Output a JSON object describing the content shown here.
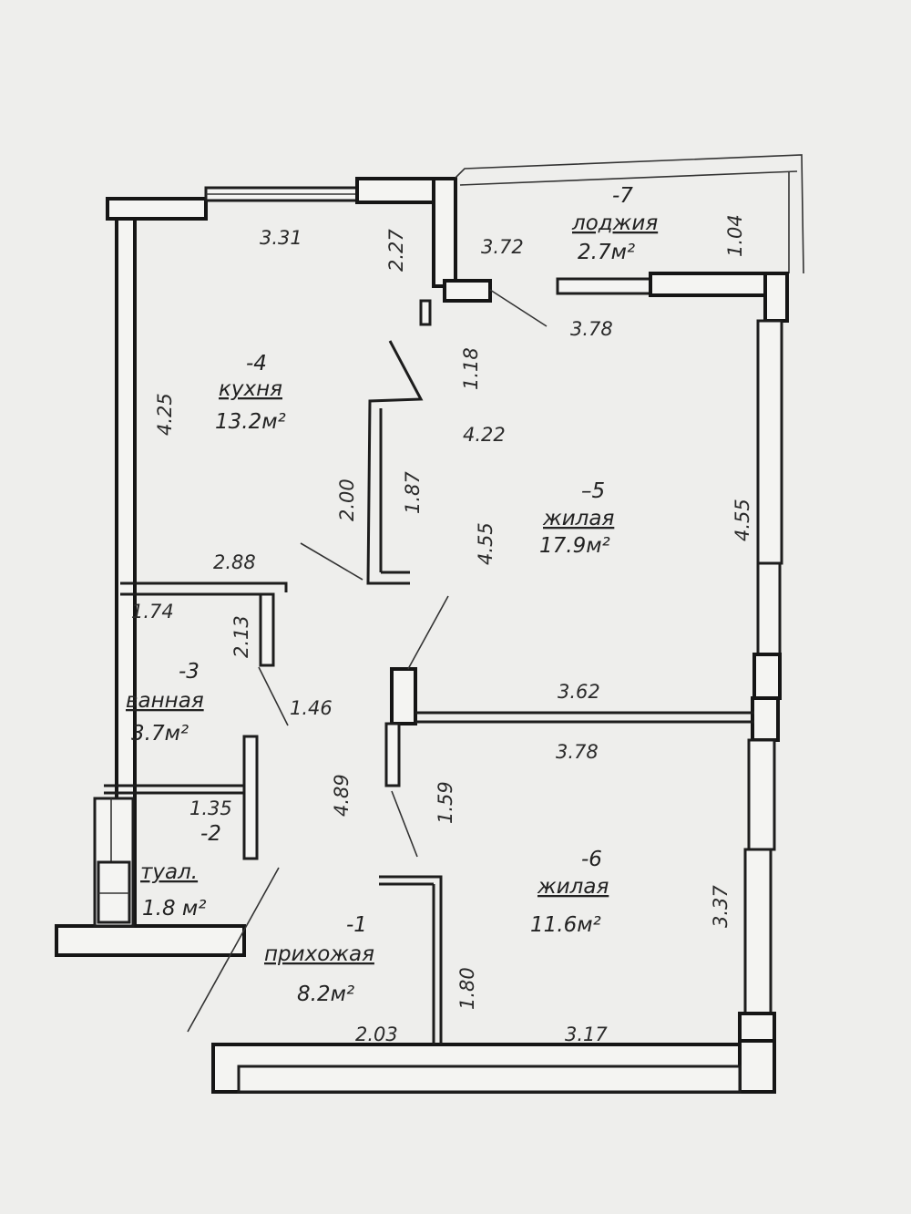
{
  "rooms": {
    "hall": {
      "number": "-1",
      "name": "прихожая",
      "area": "8.2м²"
    },
    "toilet": {
      "number": "-2",
      "name": "туал.",
      "area": "1.8 м²"
    },
    "bath": {
      "number": "-3",
      "name": "ванная",
      "area": "3.7м²"
    },
    "kitchen": {
      "number": "-4",
      "name": "кухня",
      "area": "13.2м²"
    },
    "living1": {
      "number": "–5",
      "name": "жилая",
      "area": "17.9м²"
    },
    "living2": {
      "number": "-6",
      "name": "жилая",
      "area": "11.6м²"
    },
    "loggia": {
      "number": "-7",
      "name": "лоджия",
      "area": "2.7м²"
    }
  },
  "dimensions": {
    "kitchen_top": "3.31",
    "kitchen_notch": "2.27",
    "loggia_left": "3.72",
    "loggia_side": "1.04",
    "living1_top": "3.78",
    "kitchen_left": "4.25",
    "wall_1_18": "1.18",
    "wall_4_22": "4.22",
    "wall_2_00": "2.00",
    "wall_1_87": "1.87",
    "living1_center": "4.55",
    "living1_right": "4.55",
    "bath_top": "2.88",
    "bath_inner": "1.74",
    "bath_side": "2.13",
    "corridor": "1.46",
    "partition_top": "3.62",
    "living2_top": "3.78",
    "hall_left": "4.89",
    "wall_1_59": "1.59",
    "toilet_width": "1.35",
    "living2_right": "3.37",
    "hall_right": "1.80",
    "hall_bottom": "2.03",
    "living2_bottom": "3.17"
  }
}
